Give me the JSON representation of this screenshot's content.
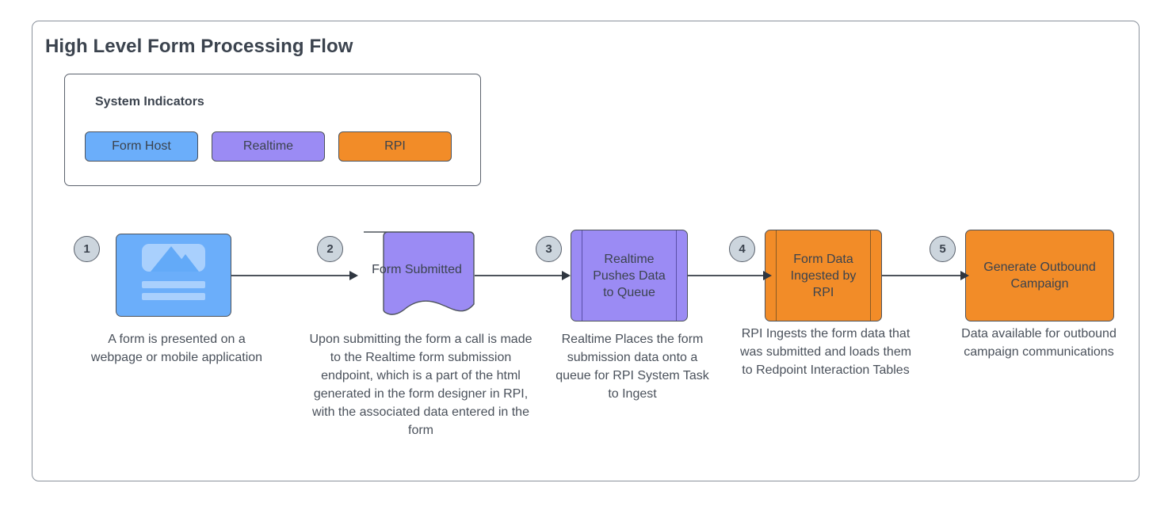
{
  "diagram": {
    "title": "High Level Form Processing Flow",
    "legend": {
      "title": "System Indicators",
      "items": [
        {
          "label": "Form Host",
          "color": "#6BAEFA"
        },
        {
          "label": "Realtime",
          "color": "#9B8BF4"
        },
        {
          "label": "RPI",
          "color": "#F28C28"
        }
      ]
    },
    "steps": [
      {
        "number": "1",
        "label": "",
        "shape": "webpage-icon",
        "system": "Form Host",
        "color": "#6BAEFA",
        "caption": "A form is presented on a webpage or mobile application"
      },
      {
        "number": "2",
        "label": "Form Submitted",
        "shape": "document",
        "system": "Realtime",
        "color": "#9B8BF4",
        "caption": "Upon submitting the form a call is made to the Realtime form submission endpoint, which is a part of the html generated in the form designer in RPI, with the associated data entered in the form"
      },
      {
        "number": "3",
        "label": "Realtime Pushes Data to Queue",
        "shape": "predefined-process",
        "system": "Realtime",
        "color": "#9B8BF4",
        "caption": "Realtime Places the form submission data onto a queue for RPI System Task to Ingest"
      },
      {
        "number": "4",
        "label": "Form Data Ingested by RPI",
        "shape": "predefined-process",
        "system": "RPI",
        "color": "#F28C28",
        "caption": "RPI Ingests the form data that was submitted and loads them to Redpoint Interaction Tables"
      },
      {
        "number": "5",
        "label": "Generate Outbound Campaign",
        "shape": "rounded-rectangle",
        "system": "RPI",
        "color": "#F28C28",
        "caption": "Data available for outbound campaign communications"
      }
    ],
    "connectors": [
      {
        "from": "1",
        "to": "2"
      },
      {
        "from": "2",
        "to": "3"
      },
      {
        "from": "3",
        "to": "4"
      },
      {
        "from": "4",
        "to": "5"
      }
    ]
  }
}
